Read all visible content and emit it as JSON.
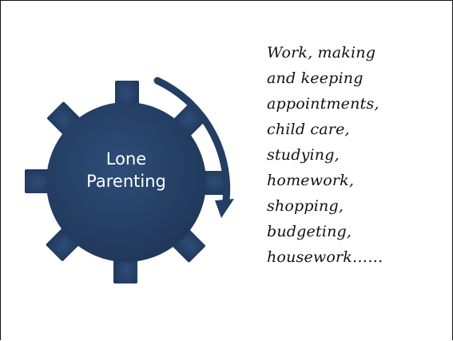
{
  "gear": {
    "label_line1": "Lone",
    "label_line2": "Parenting",
    "color": "#233E63",
    "arrow_color": "#233E63"
  },
  "tasks": [
    "Work, making",
    "and keeping",
    "appointments,",
    "child care,",
    "studying,",
    "homework,",
    "shopping,",
    "budgeting,",
    "housework……"
  ]
}
